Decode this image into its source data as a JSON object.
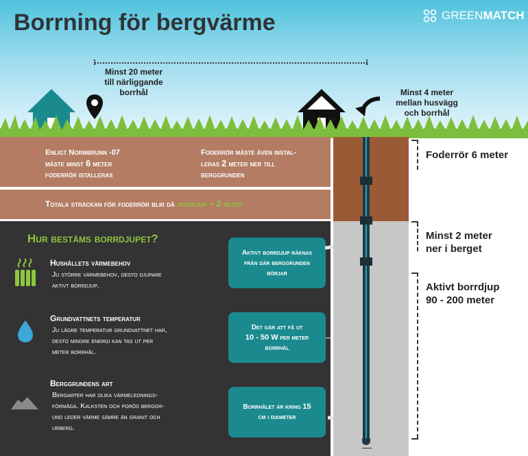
{
  "title": "Borrning för bergvärme",
  "logo": {
    "prefix": "GREEN",
    "bold": "MATCH"
  },
  "top_notes": {
    "distance_boreholes": "Minst 20 meter\ntill närliggande\nborrhål",
    "distance_house": "Minst 4 meter\nmellan husvägg\noch borrhål"
  },
  "soil_notes": {
    "left_line1": "Enligt Normbrunn -07",
    "left_line2_pre": "måste minst ",
    "left_line2_num": "6",
    "left_line2_post": " meter",
    "left_line3": "foderrör istalleras",
    "right_line1": "Foderrör måste även instal-",
    "right_line2_pre": "leras ",
    "right_line2_num": "2",
    "right_line2_post": " meter ner till",
    "right_line3": "berggrunden"
  },
  "total": {
    "pre": "Totala sträckan för foderrör blir då ",
    "highlight": "jorddjup",
    "plus": " + ",
    "num": "2",
    "post": " meter"
  },
  "section_title": "Hur bestäms borrdjupet?",
  "factors": [
    {
      "title": "Hushållets värmebehov",
      "text": "Ju större värmebehov, desto djupare\naktivt borrdjup.",
      "icon": "radiator-icon"
    },
    {
      "title": "Grundvattnets temperatur",
      "text": "Ju lägre temperatur grundvattnet har,\ndesto mindre energi kan tas ut per\nmeter borrhål.",
      "icon": "water-drop-icon"
    },
    {
      "title": "Berggrundens art",
      "text": "Bergarter har olika värmelednings-\nförmåga. Kalksten och porös berggr-\nund leder värme sämre än granit och\nurberg.",
      "icon": "rock-icon"
    }
  ],
  "callouts": {
    "active_depth": "Aktivt borrdjup räknas\nfrån där berggrunden\nbörjar",
    "watts_pre": "Det går att få ut",
    "watts_value": "10 - 50 W",
    "watts_post_a": " per meter",
    "watts_post_b": "borrhål",
    "diameter_pre": "Borrhålet är kring ",
    "diameter_value": "15",
    "diameter_post": "cm i diameter"
  },
  "right_labels": {
    "casing": "Foderrör 6 meter",
    "rock": "Minst 2 meter\nner i berget",
    "active": "Aktivt borrdjup\n90 - 200 meter"
  },
  "colors": {
    "teal": "#1b8a8f",
    "soil": "#b37c63",
    "dark": "#333333",
    "accent_green": "#8dc63f",
    "house": "#1b8a8f"
  }
}
